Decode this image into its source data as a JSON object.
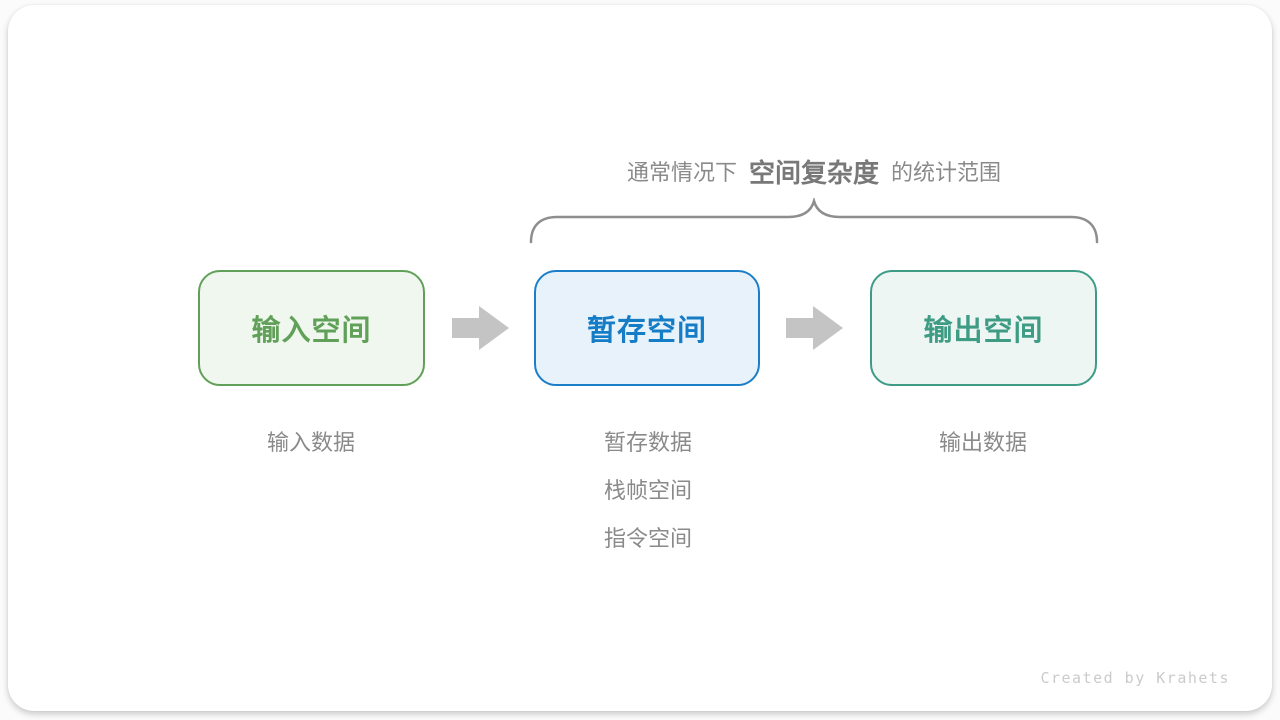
{
  "title": {
    "prefix": "通常情况下",
    "highlight": "空间复杂度",
    "suffix": "的统计范围"
  },
  "boxes": [
    {
      "label": "输入空间",
      "border_color": "#61a058",
      "fill_color": "#f0f7ee",
      "text_color": "#61a058"
    },
    {
      "label": "暂存空间",
      "border_color": "#1b7ec8",
      "fill_color": "#e8f2fb",
      "text_color": "#157dc6"
    },
    {
      "label": "输出空间",
      "border_color": "#3e9c84",
      "fill_color": "#eef6f4",
      "text_color": "#3e9c84"
    }
  ],
  "sublabels": [
    {
      "lines": [
        "输入数据"
      ]
    },
    {
      "lines": [
        "暂存数据",
        "栈帧空间",
        "指令空间"
      ]
    },
    {
      "lines": [
        "输出数据"
      ]
    }
  ],
  "watermark": "Created by Krahets",
  "colors": {
    "brace_stroke": "#8e8e8e",
    "arrow_fill": "#c4c4c4",
    "title_normal": "#8a8a8a",
    "title_bold": "#787878",
    "sublabel_text": "#8a8a8a",
    "watermark_text": "#cbcbcb",
    "card_background": "#ffffff"
  }
}
